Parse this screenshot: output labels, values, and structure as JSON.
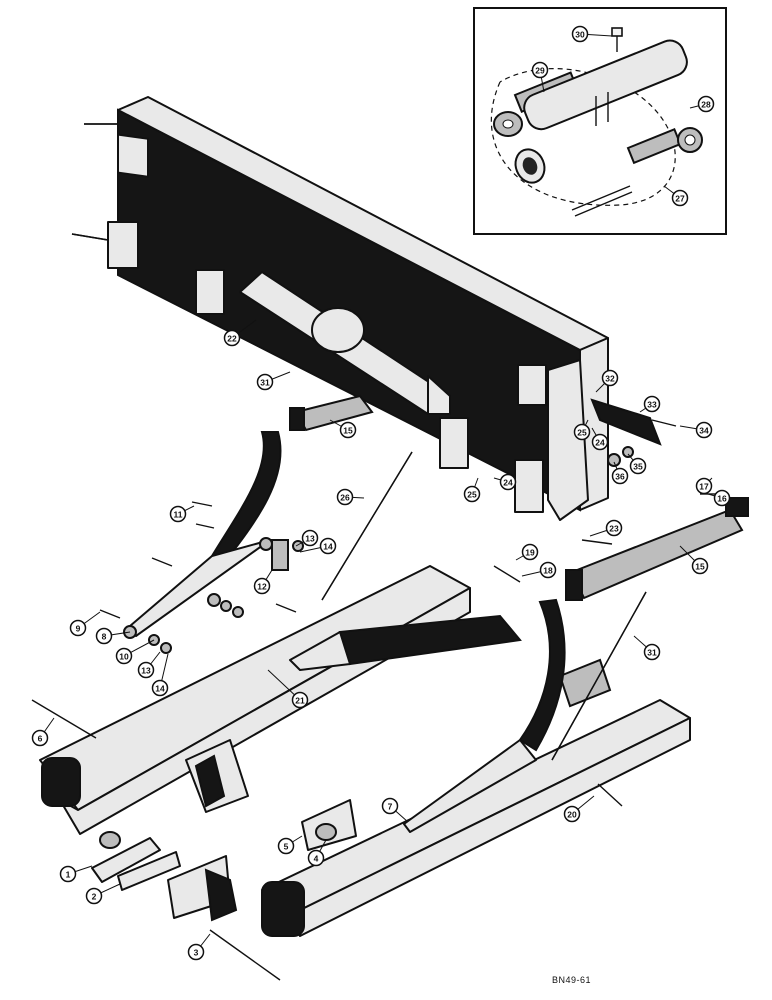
{
  "drawing_code": "BN49-61",
  "callouts": [
    {
      "id": "c1",
      "text": "1"
    },
    {
      "id": "c2",
      "text": "2"
    },
    {
      "id": "c3",
      "text": "3"
    },
    {
      "id": "c4",
      "text": "4"
    },
    {
      "id": "c5",
      "text": "5"
    },
    {
      "id": "c6",
      "text": "6"
    },
    {
      "id": "c7",
      "text": "7"
    },
    {
      "id": "c8",
      "text": "8"
    },
    {
      "id": "c9",
      "text": "9"
    },
    {
      "id": "c10",
      "text": "10"
    },
    {
      "id": "c11",
      "text": "11"
    },
    {
      "id": "c12",
      "text": "12"
    },
    {
      "id": "c13a",
      "text": "13"
    },
    {
      "id": "c13b",
      "text": "13"
    },
    {
      "id": "c14a",
      "text": "14"
    },
    {
      "id": "c14b",
      "text": "14"
    },
    {
      "id": "c15a",
      "text": "15"
    },
    {
      "id": "c15b",
      "text": "15"
    },
    {
      "id": "c16",
      "text": "16"
    },
    {
      "id": "c17",
      "text": "17"
    },
    {
      "id": "c18",
      "text": "18"
    },
    {
      "id": "c19",
      "text": "19"
    },
    {
      "id": "c20",
      "text": "20"
    },
    {
      "id": "c21",
      "text": "21"
    },
    {
      "id": "c22",
      "text": "22"
    },
    {
      "id": "c23",
      "text": "23"
    },
    {
      "id": "c24a",
      "text": "24"
    },
    {
      "id": "c24b",
      "text": "24"
    },
    {
      "id": "c25a",
      "text": "25"
    },
    {
      "id": "c25b",
      "text": "25"
    },
    {
      "id": "c26",
      "text": "26"
    },
    {
      "id": "c27",
      "text": "27"
    },
    {
      "id": "c28",
      "text": "28"
    },
    {
      "id": "c29",
      "text": "29"
    },
    {
      "id": "c30",
      "text": "30"
    },
    {
      "id": "c31a",
      "text": "31"
    },
    {
      "id": "c31b",
      "text": "31"
    },
    {
      "id": "c32",
      "text": "32"
    },
    {
      "id": "c33",
      "text": "33"
    },
    {
      "id": "c34",
      "text": "34"
    },
    {
      "id": "c35",
      "text": "35"
    },
    {
      "id": "c36",
      "text": "36"
    }
  ]
}
